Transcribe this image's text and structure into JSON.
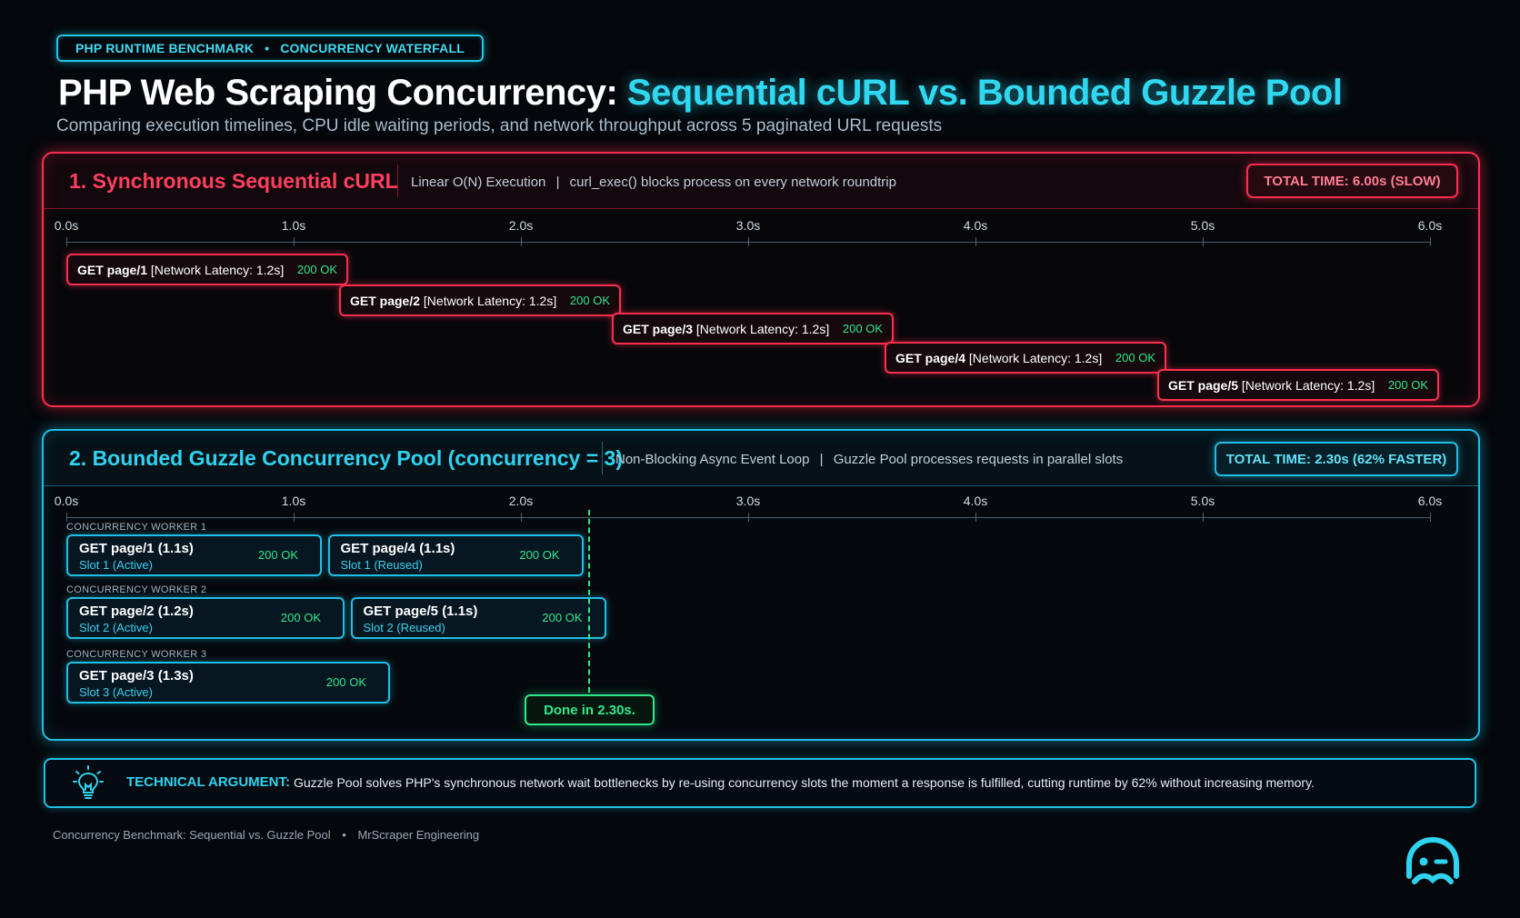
{
  "tag": {
    "left": "PHP RUNTIME BENCHMARK",
    "separator": "•",
    "right": "CONCURRENCY WATERFALL"
  },
  "title": {
    "main": "PHP Web Scraping Concurrency:",
    "accent": "Sequential cURL vs. Bounded Guzzle Pool"
  },
  "subtitle": "Comparing execution timelines, CPU idle waiting periods, and network throughput across 5 paginated URL requests",
  "colors": {
    "red": "#ff2e4f",
    "cyan": "#1fbfe6",
    "green": "#2ee88c",
    "background": "#04070b"
  },
  "sections": {
    "sequential": {
      "title": "1. Synchronous Sequential cURL",
      "desc1": "Linear O(N) Execution",
      "desc_sep": "|",
      "desc2": "curl_exec() blocks process on every network roundtrip",
      "total": "TOTAL TIME: 6.00s (SLOW)"
    },
    "pool": {
      "title": "2. Bounded Guzzle Concurrency Pool (concurrency = 3)",
      "desc1": "Non-Blocking Async Event Loop",
      "desc_sep": "|",
      "desc2": "Guzzle Pool processes requests in parallel slots",
      "total": "TOTAL TIME: 2.30s (62% FASTER)",
      "done_label": "Done in 2.30s."
    }
  },
  "chart_data": [
    {
      "type": "gantt",
      "title": "1. Synchronous Sequential cURL",
      "x_axis": {
        "range": [
          0,
          6
        ],
        "unit": "s",
        "ticks": [
          "0.0s",
          "1.0s",
          "2.0s",
          "3.0s",
          "4.0s",
          "5.0s",
          "6.0s"
        ]
      },
      "tasks": [
        {
          "label": "GET page/1",
          "detail": "[Network Latency: 1.2s]",
          "status": "200 OK",
          "start": 0.0,
          "end": 1.2
        },
        {
          "label": "GET page/2",
          "detail": "[Network Latency: 1.2s]",
          "status": "200 OK",
          "start": 1.2,
          "end": 2.4
        },
        {
          "label": "GET page/3",
          "detail": "[Network Latency: 1.2s]",
          "status": "200 OK",
          "start": 2.4,
          "end": 3.6
        },
        {
          "label": "GET page/4",
          "detail": "[Network Latency: 1.2s]",
          "status": "200 OK",
          "start": 3.6,
          "end": 4.8
        },
        {
          "label": "GET page/5",
          "detail": "[Network Latency: 1.2s]",
          "status": "200 OK",
          "start": 4.8,
          "end": 6.0
        }
      ],
      "total_time": 6.0
    },
    {
      "type": "gantt",
      "title": "2. Bounded Guzzle Concurrency Pool (concurrency = 3)",
      "x_axis": {
        "range": [
          0,
          6
        ],
        "unit": "s",
        "ticks": [
          "0.0s",
          "1.0s",
          "2.0s",
          "3.0s",
          "4.0s",
          "5.0s",
          "6.0s"
        ]
      },
      "lanes": [
        {
          "name": "CONCURRENCY WORKER 1",
          "tasks": [
            {
              "label": "GET page/1 (1.1s)",
              "slot": "Slot 1 (Active)",
              "status": "200 OK",
              "start": 0.0,
              "end": 1.1
            },
            {
              "label": "GET page/4 (1.1s)",
              "slot": "Slot 1 (Reused)",
              "status": "200 OK",
              "start": 1.15,
              "end": 2.25
            }
          ]
        },
        {
          "name": "CONCURRENCY WORKER 2",
          "tasks": [
            {
              "label": "GET page/2 (1.2s)",
              "slot": "Slot 2 (Active)",
              "status": "200 OK",
              "start": 0.0,
              "end": 1.2
            },
            {
              "label": "GET page/5 (1.1s)",
              "slot": "Slot 2 (Reused)",
              "status": "200 OK",
              "start": 1.25,
              "end": 2.35
            }
          ]
        },
        {
          "name": "CONCURRENCY WORKER 3",
          "tasks": [
            {
              "label": "GET page/3 (1.3s)",
              "slot": "Slot 3 (Active)",
              "status": "200 OK",
              "start": 0.0,
              "end": 1.4
            }
          ]
        }
      ],
      "completion_marker": 2.3,
      "total_time": 2.3
    }
  ],
  "argument": {
    "icon": "lightbulb-icon",
    "label": "TECHNICAL ARGUMENT:",
    "text": "Guzzle Pool solves PHP's synchronous network wait bottlenecks by re-using concurrency slots the moment a response is fulfilled, cutting runtime by 62% without increasing memory."
  },
  "footer": {
    "left": "Concurrency Benchmark: Sequential vs. Guzzle Pool",
    "separator": "•",
    "right": "MrScraper Engineering"
  },
  "logo_icon": "mrscraper-logo-icon"
}
